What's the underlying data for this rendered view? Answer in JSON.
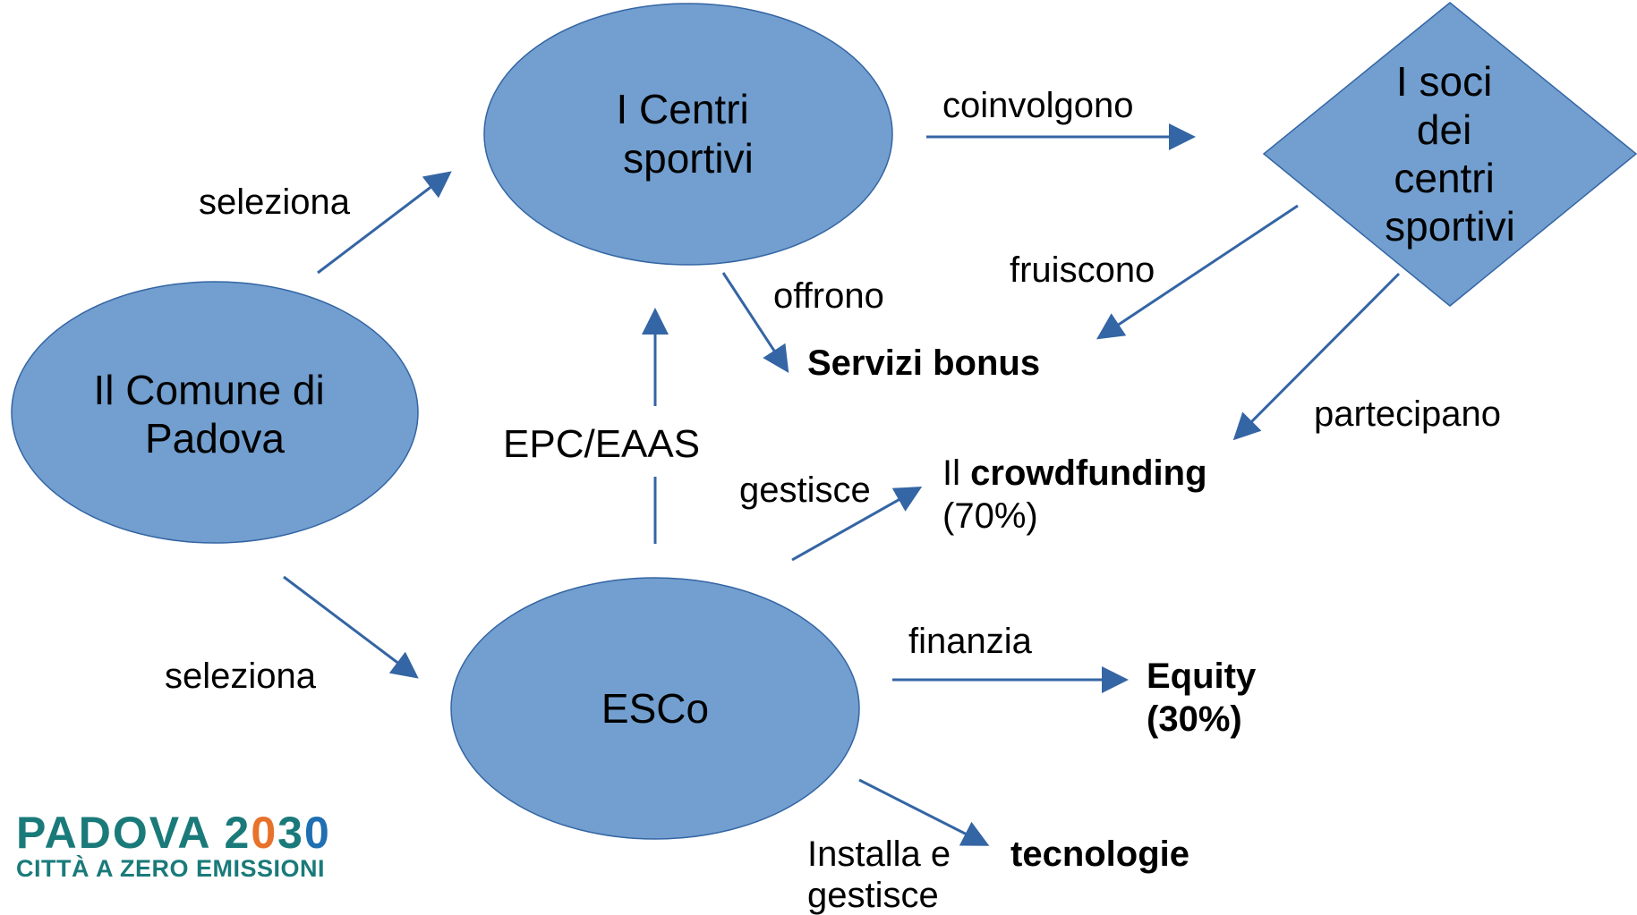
{
  "colors": {
    "node_fill": "#729fcf",
    "node_stroke": "#3465a4",
    "arrow": "#3465a4",
    "text": "#000000",
    "logo_teal": "#1a7a7a",
    "logo_orange": "#e8712b",
    "logo_green": "#57a846",
    "logo_red": "#d9342b",
    "logo_yellow": "#f0b323",
    "logo_blue": "#1f6fb2"
  },
  "nodes": {
    "comune": [
      "Il Comune di",
      "Padova"
    ],
    "centri": [
      "I Centri",
      "sportivi"
    ],
    "soci": [
      "I soci",
      "dei",
      "centri",
      "sportivi"
    ],
    "esco": [
      "ESCo"
    ]
  },
  "labels": {
    "seleziona_top": "seleziona",
    "seleziona_bottom": "seleziona",
    "coinvolgono": "coinvolgono",
    "fruiscono": "fruiscono",
    "offrono": "offrono",
    "partecipano": "partecipano",
    "epc": "EPC/EAAS",
    "gestisce": "gestisce",
    "finanzia": "finanzia",
    "installa": [
      "Installa e",
      "gestisce"
    ]
  },
  "targets": {
    "servizi_bonus": "Servizi bonus",
    "crowdfunding_prefix": "Il ",
    "crowdfunding": "crowdfunding",
    "crowdfunding_pct": "(70%)",
    "equity": "Equity",
    "equity_pct": "(30%)",
    "tecnologie": "tecnologie"
  },
  "logo": {
    "title_padova": "PADOVA 2",
    "title_zero": "0",
    "title_3": "3",
    "title_0b": "0",
    "subtitle": "CITTÀ A ZERO EMISSIONI"
  }
}
